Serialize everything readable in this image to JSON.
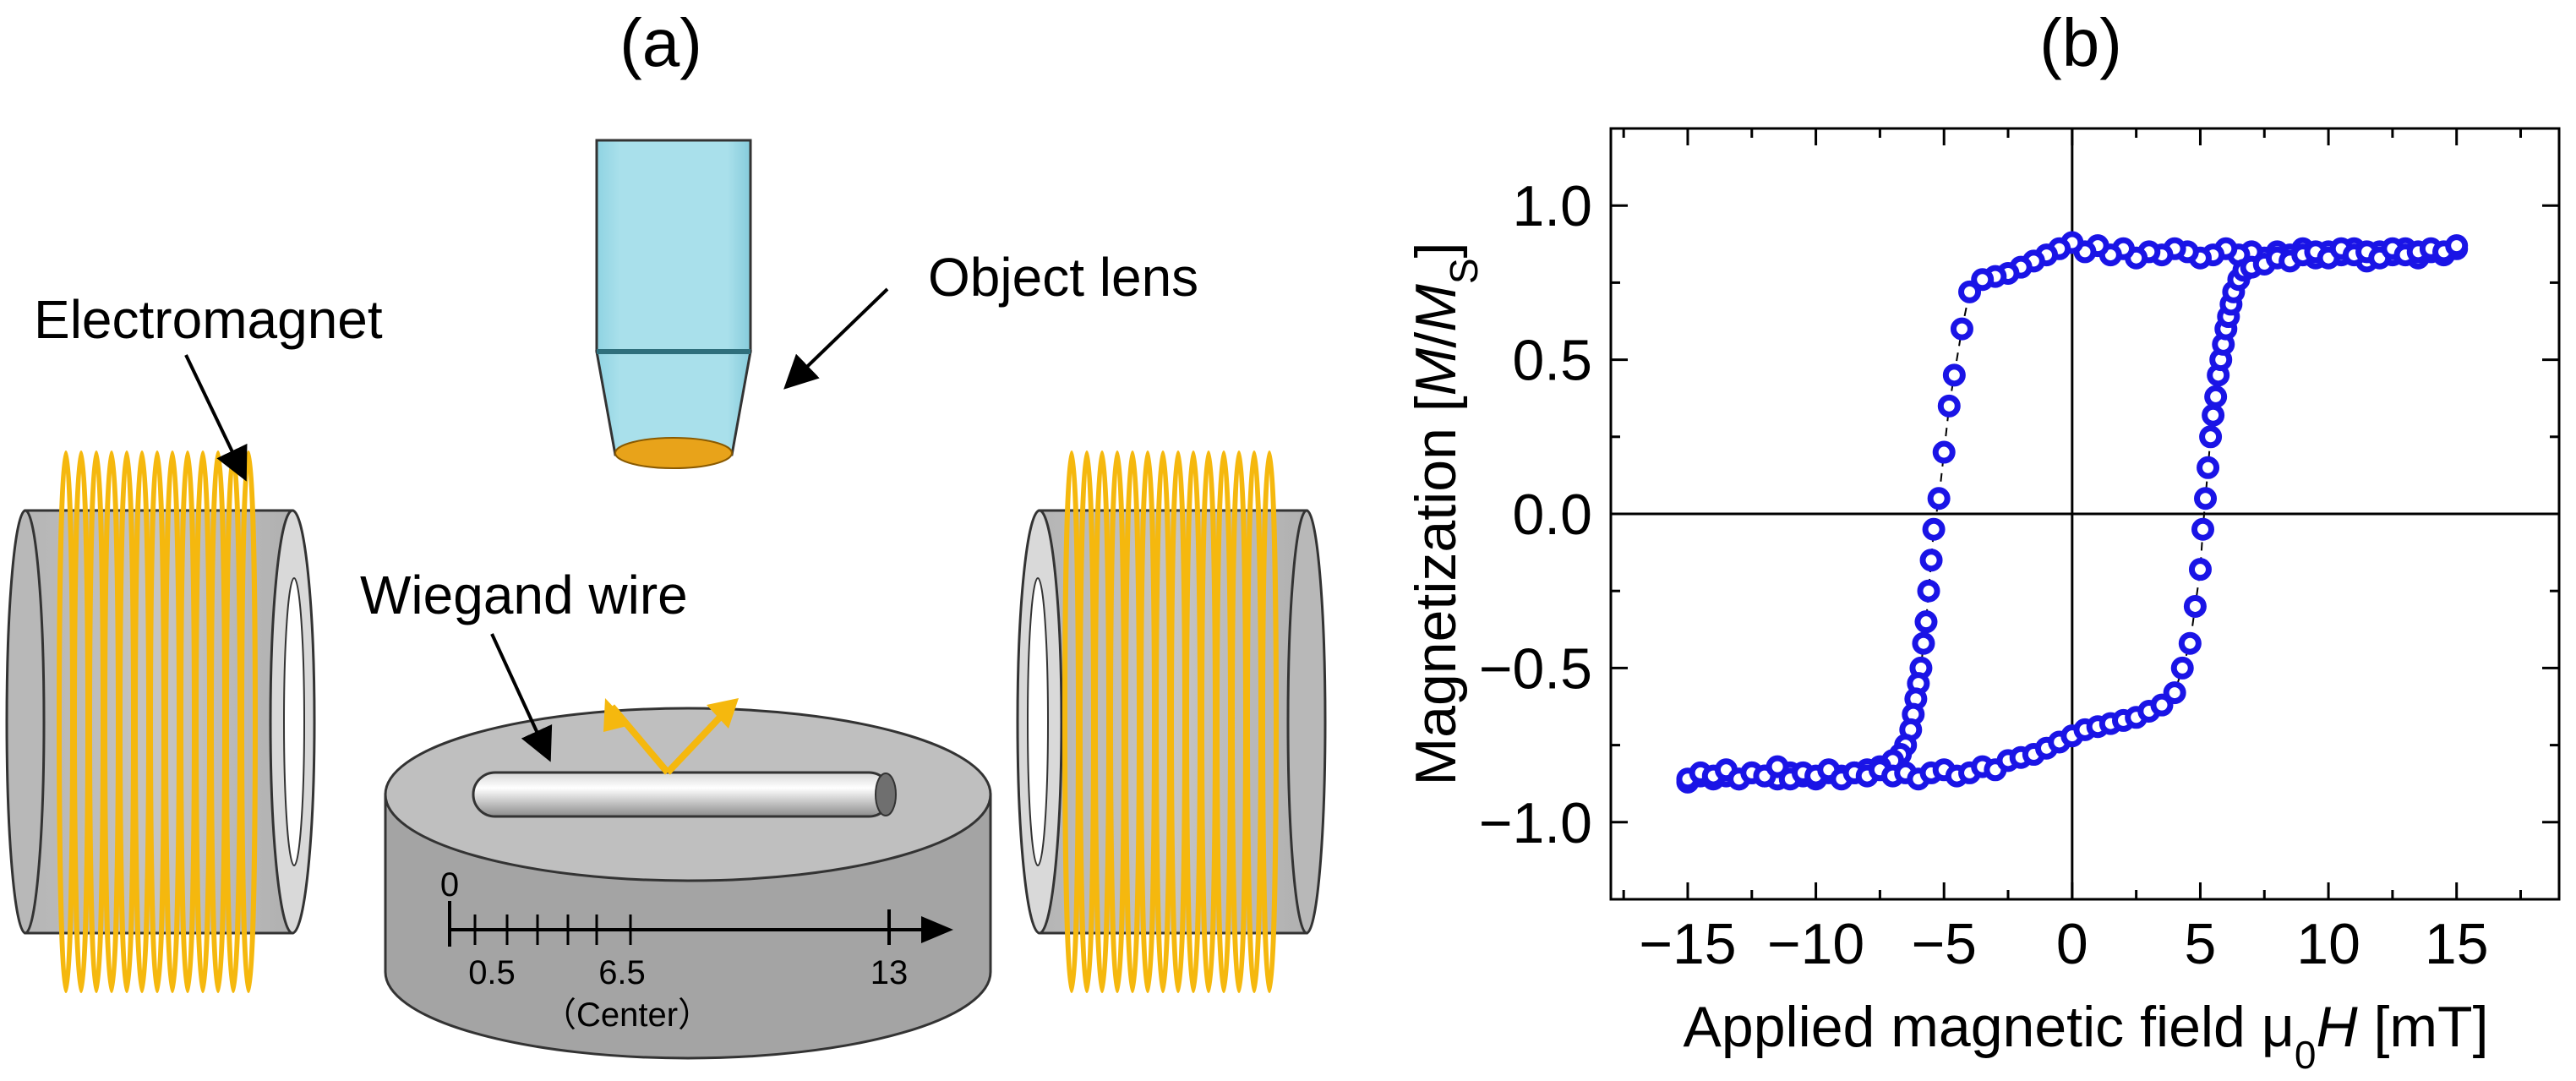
{
  "panel_a": {
    "label": "(a)",
    "callouts": {
      "electromagnet": "Electromagnet",
      "object_lens": "Object lens",
      "wiegand_wire": "Wiegand wire"
    },
    "ruler": {
      "zero": "0",
      "half": "0.5",
      "mid": "6.5",
      "end": "13",
      "center": "（Center）"
    }
  },
  "panel_b": {
    "label": "(b)",
    "chart_data": {
      "type": "scatter",
      "xlabel_parts": [
        "Applied magnetic field μ",
        "0",
        "H",
        " [mT]"
      ],
      "ylabel_parts": [
        "Magnetization [",
        "M",
        "/",
        "M",
        "S",
        "]"
      ],
      "xlim": [
        -18,
        19
      ],
      "ylim": [
        -1.25,
        1.25
      ],
      "xticks": [
        -15,
        -10,
        -5,
        0,
        5,
        10,
        15
      ],
      "xtick_labels": [
        "−15",
        "−10",
        "−5",
        "0",
        "5",
        "10",
        "15"
      ],
      "yticks": [
        1.0,
        0.5,
        0.0,
        -0.5,
        -1.0
      ],
      "ytick_labels": [
        "1.0",
        "0.5",
        "0.0",
        "−0.5",
        "−1.0"
      ],
      "zero_lines": true,
      "marker_color": "#1a14e6",
      "series": [
        {
          "branch": "descending",
          "x": [
            15,
            14.5,
            14,
            13.5,
            13,
            12.5,
            12,
            11.5,
            11,
            10.5,
            10,
            9.5,
            9,
            8.5,
            8,
            7.5,
            7,
            6.5,
            6,
            5.5,
            5,
            4.5,
            4,
            3.5,
            3,
            2.5,
            2,
            1.5,
            1,
            0.5,
            0,
            -0.5,
            -1,
            -1.5,
            -2,
            -2.5,
            -3,
            -3.5,
            -4,
            -4.3,
            -4.6,
            -4.8,
            -5.0,
            -5.2,
            -5.4,
            -5.5,
            -5.6,
            -5.7,
            -5.8,
            -5.9,
            -6.0,
            -6.1,
            -6.2,
            -6.3,
            -6.5,
            -6.7,
            -7,
            -7.5,
            -8,
            -8.5,
            -9,
            -9.5,
            -10,
            -10.5,
            -11,
            -11.5,
            -12,
            -12.5,
            -13,
            -13.5,
            -14,
            -14.5,
            -15
          ],
          "y": [
            0.86,
            0.84,
            0.85,
            0.83,
            0.86,
            0.84,
            0.85,
            0.82,
            0.86,
            0.84,
            0.85,
            0.83,
            0.86,
            0.84,
            0.85,
            0.83,
            0.85,
            0.84,
            0.86,
            0.84,
            0.83,
            0.85,
            0.86,
            0.84,
            0.85,
            0.83,
            0.86,
            0.84,
            0.87,
            0.85,
            0.88,
            0.86,
            0.84,
            0.82,
            0.8,
            0.78,
            0.77,
            0.76,
            0.72,
            0.6,
            0.45,
            0.35,
            0.2,
            0.05,
            -0.05,
            -0.15,
            -0.25,
            -0.35,
            -0.42,
            -0.5,
            -0.55,
            -0.6,
            -0.65,
            -0.7,
            -0.75,
            -0.78,
            -0.8,
            -0.82,
            -0.83,
            -0.84,
            -0.85,
            -0.84,
            -0.86,
            -0.85,
            -0.84,
            -0.86,
            -0.85,
            -0.84,
            -0.86,
            -0.85,
            -0.86,
            -0.85,
            -0.87
          ]
        },
        {
          "branch": "ascending",
          "x": [
            -15,
            -14.5,
            -14,
            -13.5,
            -13,
            -12.5,
            -12,
            -11.5,
            -11,
            -10.5,
            -10,
            -9.5,
            -9,
            -8.5,
            -8,
            -7.5,
            -7,
            -6.5,
            -6,
            -5.5,
            -5,
            -4.5,
            -4,
            -3.5,
            -3,
            -2.5,
            -2,
            -1.5,
            -1,
            -0.5,
            0,
            0.5,
            1,
            1.5,
            2,
            2.5,
            3,
            3.5,
            4,
            4.3,
            4.6,
            4.8,
            5.0,
            5.1,
            5.2,
            5.3,
            5.4,
            5.5,
            5.6,
            5.7,
            5.8,
            5.9,
            6.0,
            6.1,
            6.2,
            6.3,
            6.5,
            6.7,
            7,
            7.5,
            8,
            8.5,
            9,
            9.5,
            10,
            10.5,
            11,
            11.5,
            12,
            12.5,
            13,
            13.5,
            14,
            14.5,
            15
          ],
          "y": [
            -0.86,
            -0.84,
            -0.85,
            -0.83,
            -0.86,
            -0.84,
            -0.85,
            -0.82,
            -0.86,
            -0.84,
            -0.85,
            -0.83,
            -0.86,
            -0.84,
            -0.85,
            -0.83,
            -0.85,
            -0.84,
            -0.86,
            -0.84,
            -0.83,
            -0.85,
            -0.84,
            -0.82,
            -0.83,
            -0.8,
            -0.79,
            -0.78,
            -0.76,
            -0.74,
            -0.72,
            -0.7,
            -0.69,
            -0.68,
            -0.67,
            -0.66,
            -0.64,
            -0.62,
            -0.58,
            -0.5,
            -0.42,
            -0.3,
            -0.18,
            -0.05,
            0.05,
            0.15,
            0.25,
            0.32,
            0.38,
            0.45,
            0.5,
            0.55,
            0.6,
            0.64,
            0.68,
            0.72,
            0.76,
            0.79,
            0.8,
            0.81,
            0.83,
            0.82,
            0.84,
            0.85,
            0.83,
            0.86,
            0.84,
            0.85,
            0.83,
            0.86,
            0.84,
            0.85,
            0.86,
            0.85,
            0.87
          ]
        }
      ]
    }
  }
}
